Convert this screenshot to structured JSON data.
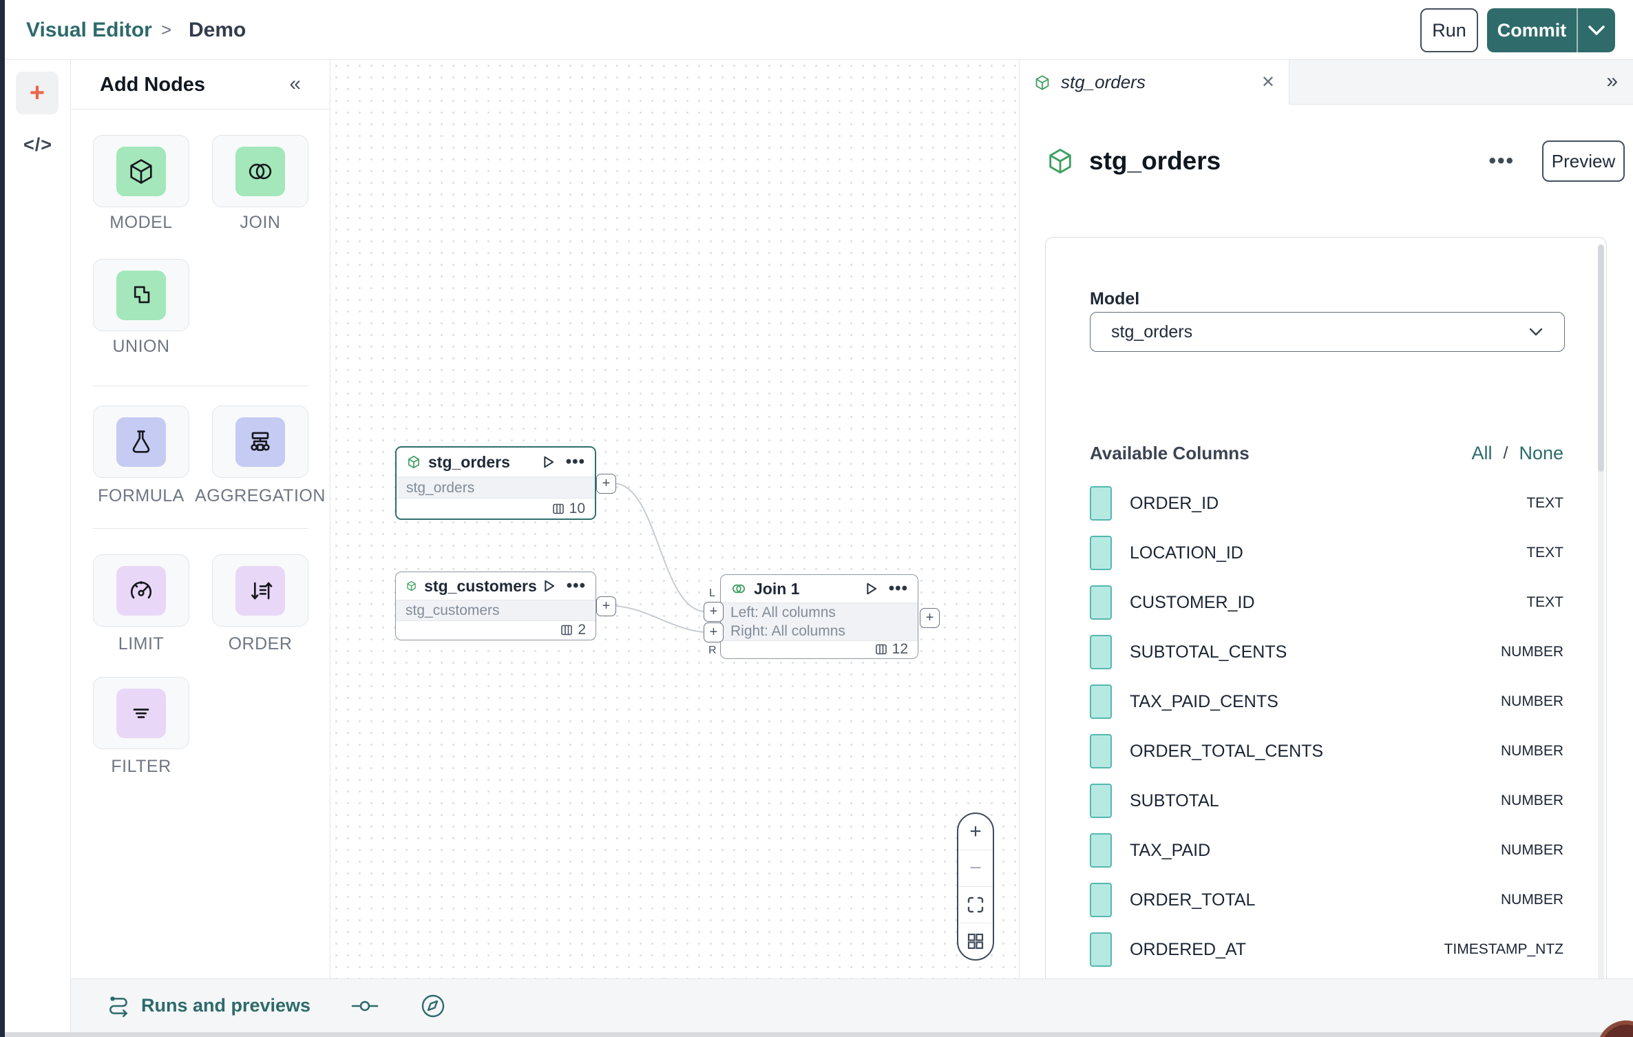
{
  "topbar": {
    "breadcrumb": {
      "section": "Visual Editor",
      "separator": ">",
      "page": "Demo"
    },
    "run_label": "Run",
    "commit_label": "Commit"
  },
  "left_rail": {
    "add_glyph": "+",
    "code_glyph": "</>"
  },
  "add_nodes": {
    "title": "Add Nodes",
    "collapse_glyph": "«",
    "items": [
      {
        "label": "MODEL"
      },
      {
        "label": "JOIN"
      },
      {
        "label": "UNION"
      },
      {
        "label": "FORMULA"
      },
      {
        "label": "AGGREGATION"
      },
      {
        "label": "LIMIT"
      },
      {
        "label": "ORDER"
      },
      {
        "label": "FILTER"
      }
    ]
  },
  "canvas": {
    "nodes": [
      {
        "title": "stg_orders",
        "subtitle": "stg_orders",
        "column_count": "10",
        "selected": true
      },
      {
        "title": "stg_customers",
        "subtitle": "stg_customers",
        "column_count": "2",
        "selected": false
      },
      {
        "title": "Join 1",
        "body_lines": [
          "Left: All columns",
          "Right: All columns"
        ],
        "column_count": "12",
        "ports": {
          "left": "L",
          "right": "R"
        },
        "selected": false
      }
    ],
    "port_glyph": "+"
  },
  "zoom_controls": {
    "zoom_in": "+",
    "zoom_out": "−"
  },
  "panel": {
    "tab": {
      "title": "stg_orders",
      "close_glyph": "✕"
    },
    "expand_glyph": "»",
    "header": {
      "title": "stg_orders",
      "menu_glyph": "•••",
      "preview_label": "Preview"
    },
    "model": {
      "label": "Model",
      "value": "stg_orders"
    },
    "columns_section": {
      "title": "Available Columns",
      "all_label": "All",
      "divider": "/",
      "none_label": "None"
    },
    "columns": [
      {
        "name": "ORDER_ID",
        "type": "TEXT"
      },
      {
        "name": "LOCATION_ID",
        "type": "TEXT"
      },
      {
        "name": "CUSTOMER_ID",
        "type": "TEXT"
      },
      {
        "name": "SUBTOTAL_CENTS",
        "type": "NUMBER"
      },
      {
        "name": "TAX_PAID_CENTS",
        "type": "NUMBER"
      },
      {
        "name": "ORDER_TOTAL_CENTS",
        "type": "NUMBER"
      },
      {
        "name": "SUBTOTAL",
        "type": "NUMBER"
      },
      {
        "name": "TAX_PAID",
        "type": "NUMBER"
      },
      {
        "name": "ORDER_TOTAL",
        "type": "NUMBER"
      },
      {
        "name": "ORDERED_AT",
        "type": "TIMESTAMP_NTZ"
      }
    ]
  },
  "bottom_bar": {
    "runs_label": "Runs and previews"
  },
  "colors": {
    "accent_teal": "#2f6b6b",
    "node_green": "#3f9e5f",
    "coral": "#e8674a",
    "checkbox_fill": "#b7e9e3"
  }
}
